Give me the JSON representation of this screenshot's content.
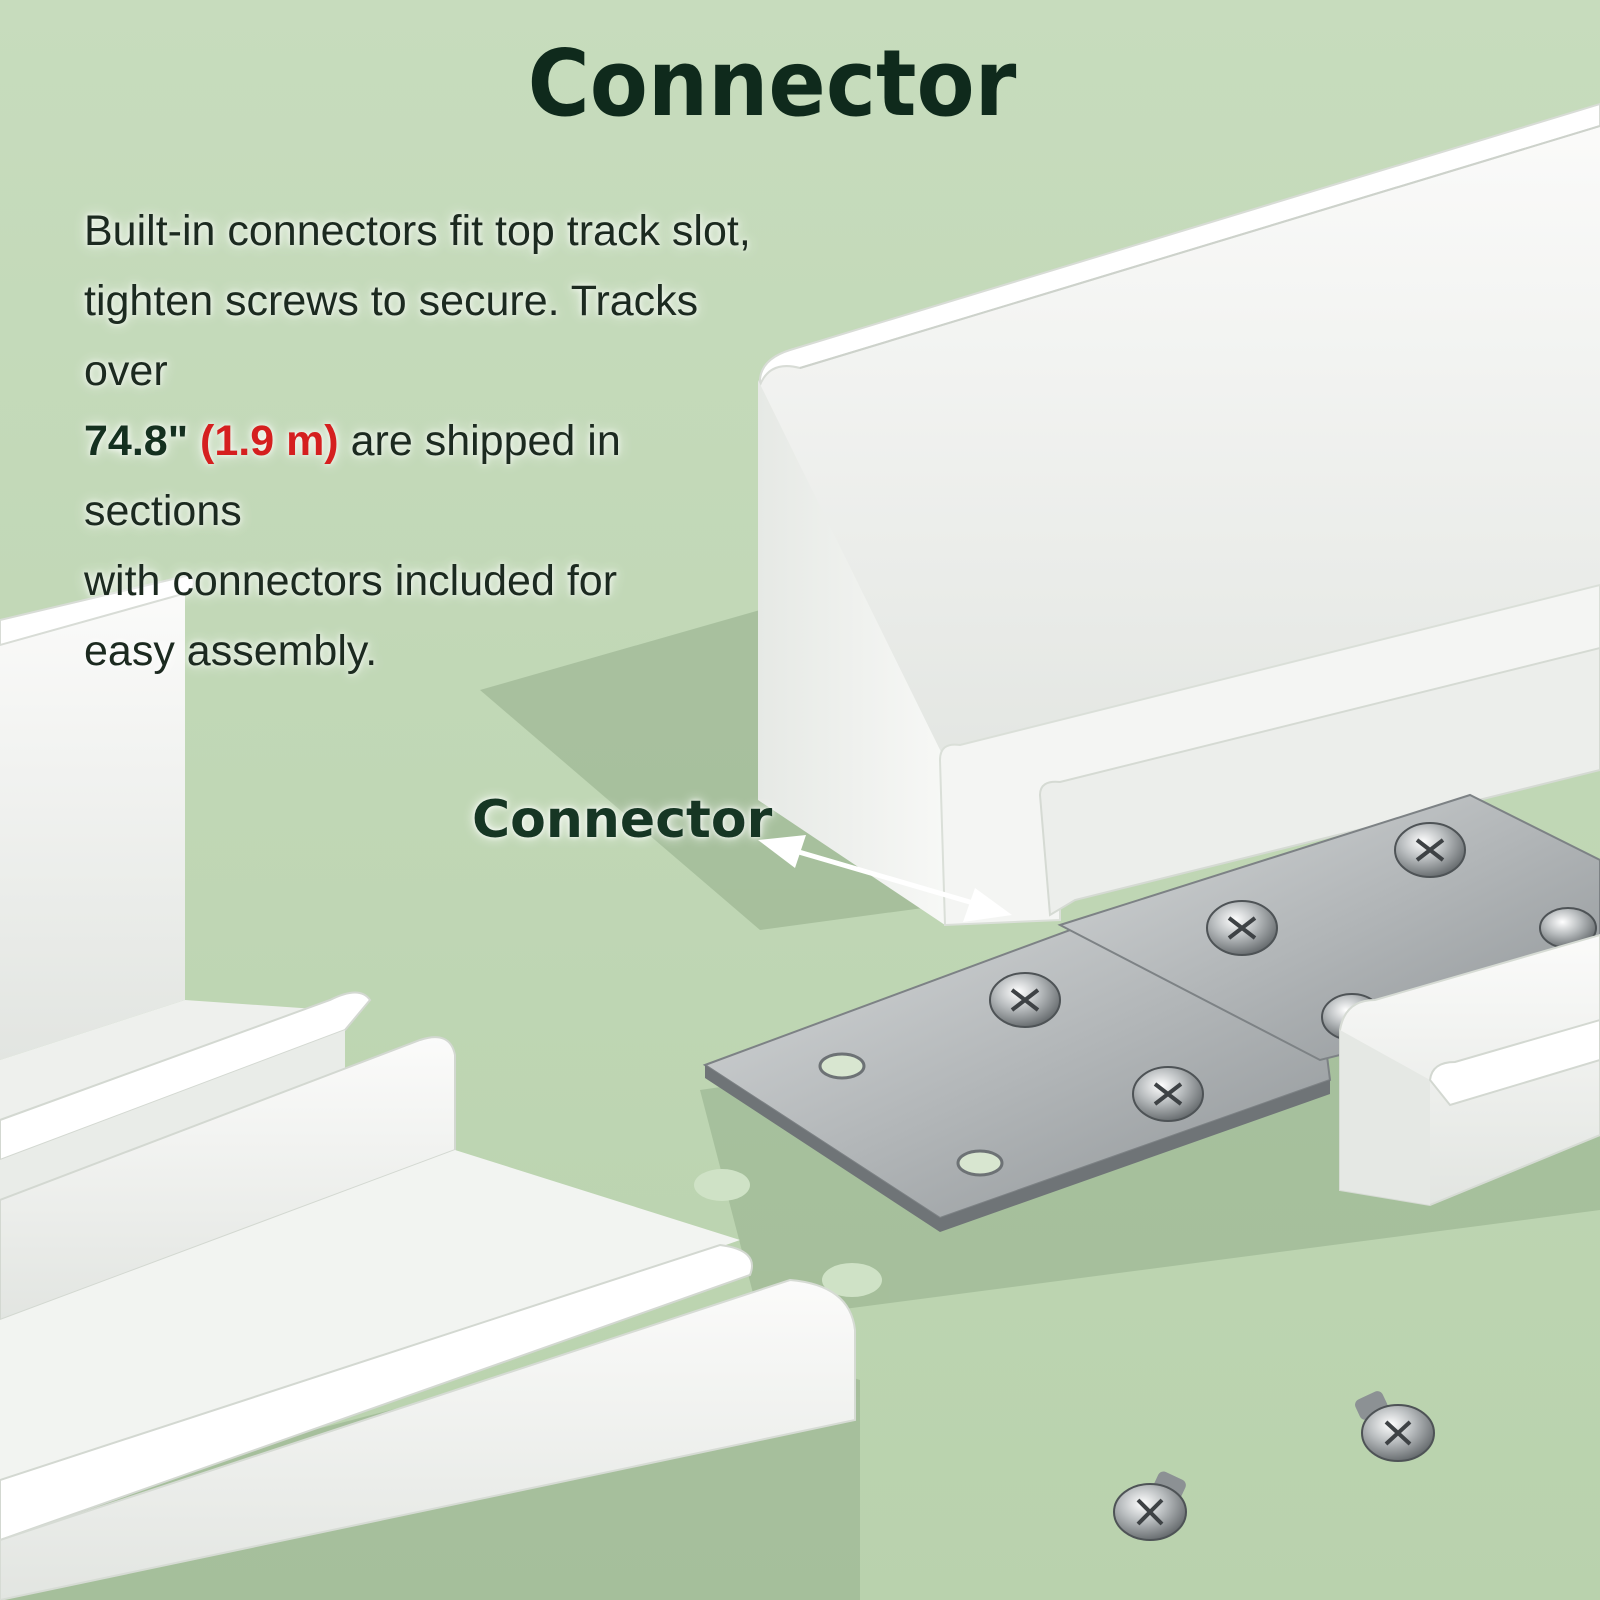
{
  "heading": "Connector",
  "description": {
    "line1": "Built-in connectors fit top track slot,",
    "line2": "tighten screws to secure. Tracks over",
    "length_imperial": "74.8\"",
    "length_metric": "(1.9 m)",
    "line3_rest": "are shipped in sections",
    "line4": "with connectors included for",
    "line5": "easy assembly."
  },
  "callout_label": "Connector",
  "colors": {
    "background": "#bcd5b0",
    "heading": "#0f2a1c",
    "highlight_red": "#d51f1f",
    "track_white": "#f2f3f1",
    "plate_steel": "#b6b9ba"
  }
}
